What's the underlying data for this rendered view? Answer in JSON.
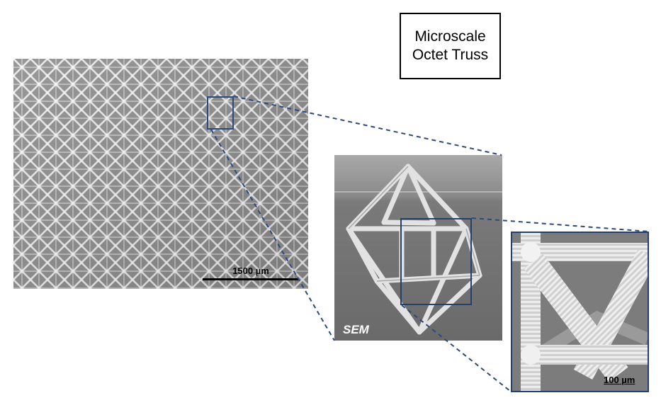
{
  "title_box": {
    "line1": "Microscale",
    "line2": "Octet Truss"
  },
  "panels": {
    "lattice": {
      "scale_bar": "1500 µm"
    },
    "sem_unit": {
      "label": "SEM"
    },
    "zoom": {
      "scale_bar": "100 µm"
    }
  },
  "colors": {
    "inset_box": "#2c4a80",
    "connector": "#2c4a80",
    "title_border": "#000000"
  }
}
